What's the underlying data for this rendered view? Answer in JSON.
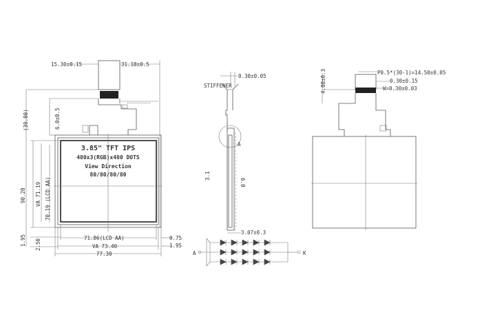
{
  "dims": {
    "fpc_width": "15.30±0.15",
    "fpc_offset": "31.18±0.5",
    "total_height": "(39.80)",
    "fpc_length": "6.0±0.5",
    "outline_height": "90.20",
    "va_height": "VA 71.19",
    "aa_height": "70.19 (LCD AA)",
    "bottom_1": "1.95",
    "bottom_2": "2.50",
    "aa_width": "71.86(LCD AA)",
    "va_width": "VA 73.40",
    "outline_width": "77.30",
    "right_1": "0.75",
    "right_2": "1.95",
    "side_thick": "0.30±0.05",
    "side_depth": "3.07±0.3",
    "side_a": "A",
    "side_dim_1": "3.1",
    "side_dim_2": "6.0",
    "stiffener": "STIFFENER",
    "back_height": "4.00±0.3",
    "pitch": "P0.5*(30-1)=14.50±0.05",
    "pin_width": "0.30±0.15",
    "pin_thick": "W=0.30±0.03"
  },
  "panel": {
    "line1": "3.85\" TFT IPS",
    "line2": "480x3(RGB)x480 DOTS",
    "line3": "View Direction",
    "line4": "80/80/80/80"
  },
  "circuit": {
    "anode": "A",
    "cathode": "K"
  }
}
